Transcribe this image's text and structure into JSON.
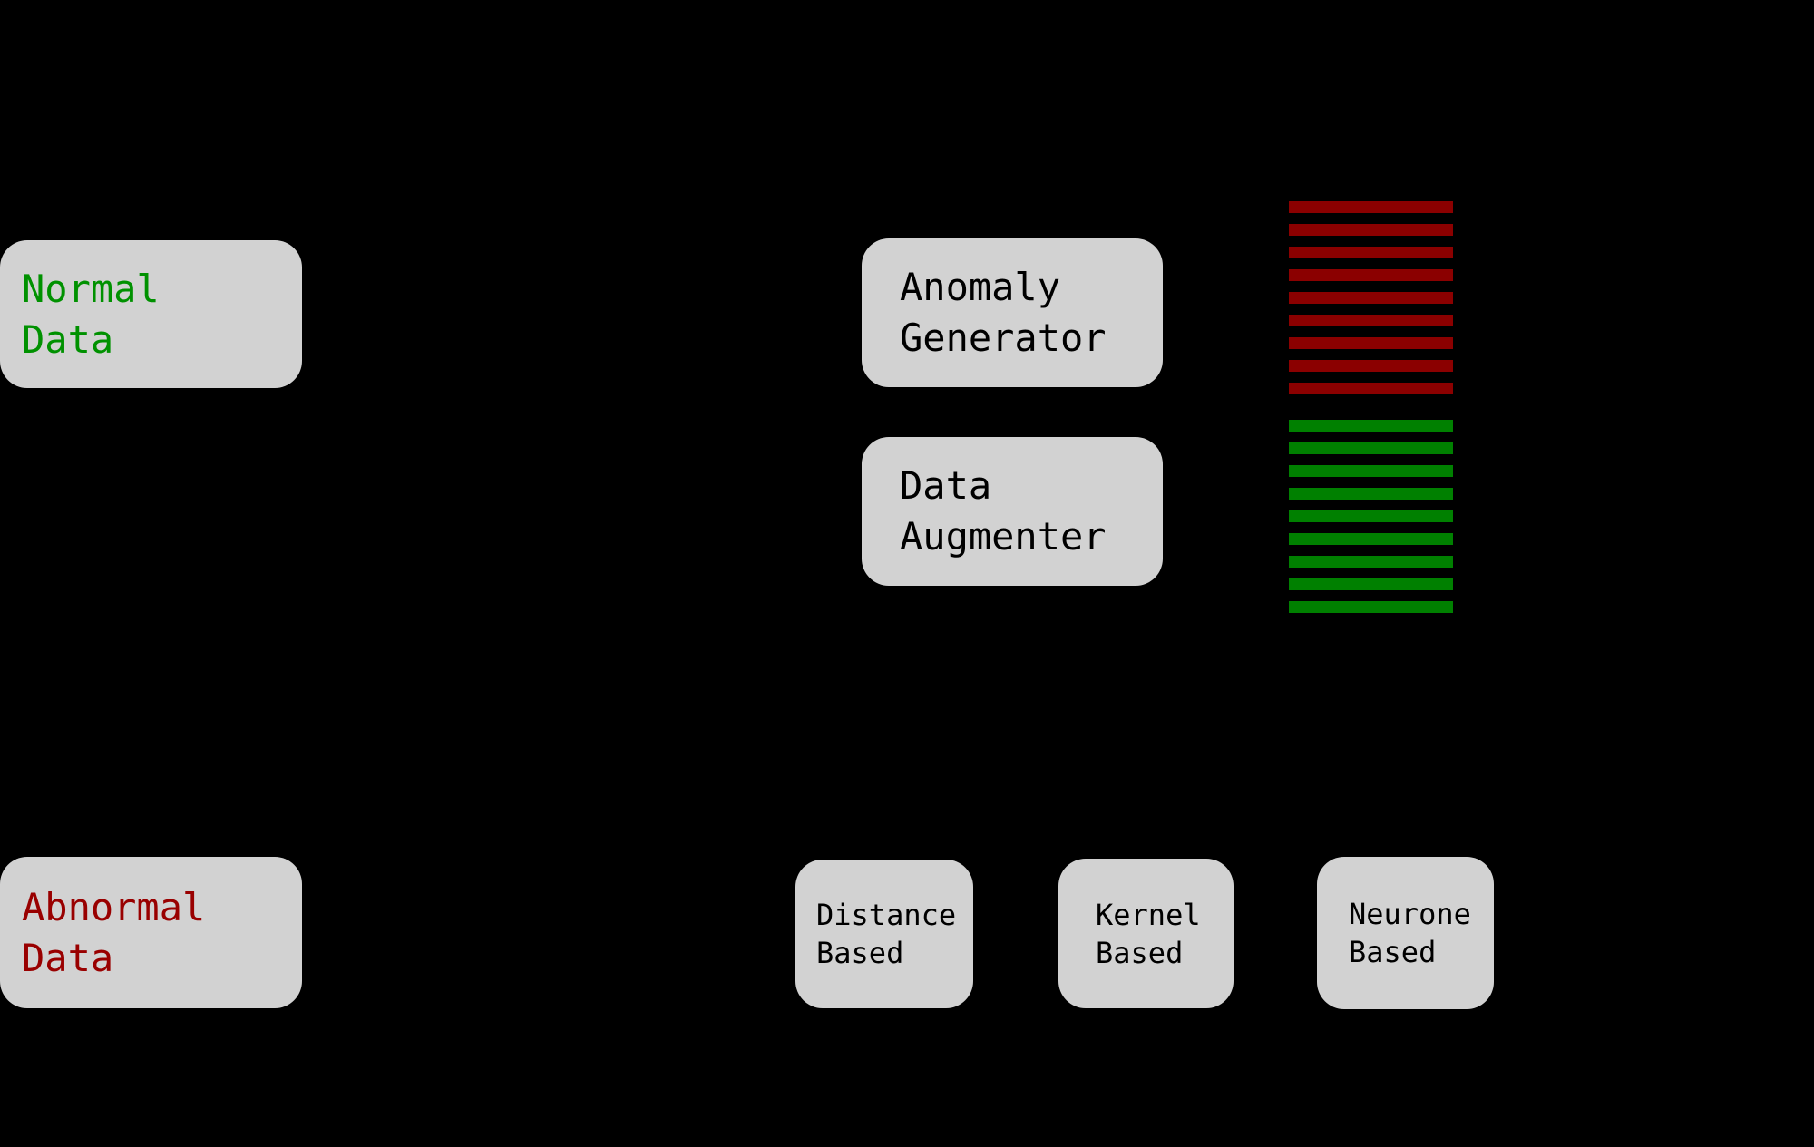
{
  "figure": {
    "background_color": "#000000",
    "node_fill_color": "#D2D2D2"
  },
  "nodes": {
    "normal_data": {
      "line1": "Normal",
      "line2": "Data",
      "text_color": "#009100"
    },
    "abnormal_data": {
      "line1": "Abnormal",
      "line2": "Data",
      "text_color": "#990000"
    },
    "anomaly_generator": {
      "line1": "Anomaly",
      "line2": "Generator",
      "text_color": "#000000"
    },
    "data_augmenter": {
      "line1": "Data",
      "line2": "Augmenter",
      "text_color": "#000000"
    },
    "distance_based": {
      "line1": "Distance",
      "line2": "Based",
      "text_color": "#000000"
    },
    "kernel_based": {
      "line1": "Kernel",
      "line2": "Based",
      "text_color": "#000000"
    },
    "neurone_based": {
      "line1": "Neurone",
      "line2": "Based",
      "text_color": "#000000"
    }
  },
  "stripe_stacks": {
    "abnormal_samples": {
      "count": 9,
      "color": "#8B0000"
    },
    "normal_samples": {
      "count": 9,
      "color": "#008000"
    }
  }
}
